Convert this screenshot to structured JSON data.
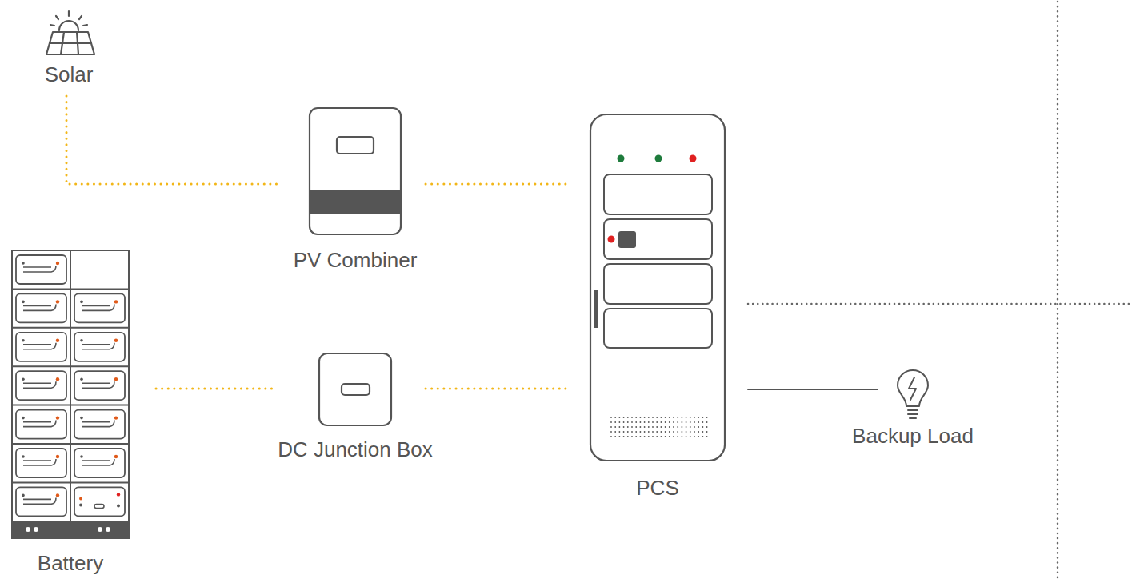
{
  "diagram": {
    "nodes": [
      {
        "text": [
          "Solar"
        ]
      },
      {
        "text": [
          "PV Combiner"
        ]
      },
      {
        "text": [
          "Battery"
        ]
      },
      {
        "text": [
          "DC Junction Box"
        ]
      },
      {
        "text": [
          "PCS"
        ]
      },
      {
        "text": [
          "Backup Load"
        ]
      }
    ],
    "edges": [
      {
        "from": 0,
        "to": 1,
        "arrow": "none"
      },
      {
        "from": 1,
        "to": 4,
        "arrow": "none"
      },
      {
        "from": 2,
        "to": 3,
        "arrow": "none"
      },
      {
        "from": 3,
        "to": 4,
        "arrow": "none"
      },
      {
        "from": 4,
        "to": 5,
        "arrow": "none"
      }
    ]
  }
}
